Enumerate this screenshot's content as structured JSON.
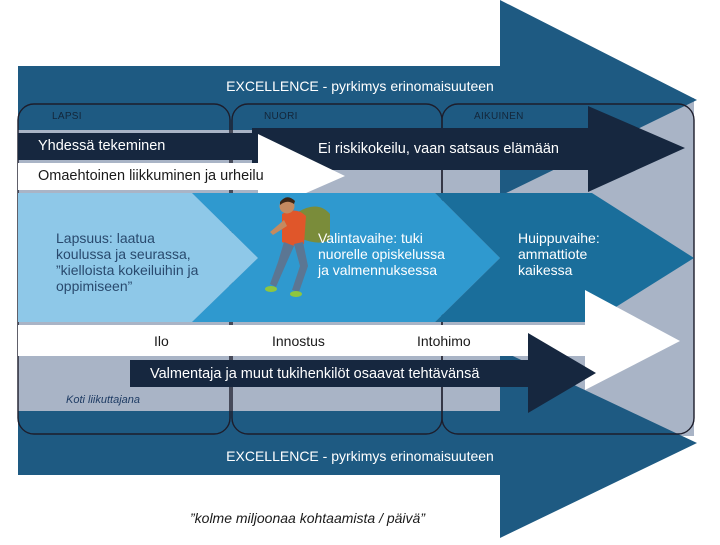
{
  "top_band": "EXCELLENCE - pyrkimys erinomaisuuteen",
  "bottom_band": "EXCELLENCE - pyrkimys erinomaisuuteen",
  "stages": [
    "LAPSI",
    "NUORI",
    "AIKUINEN"
  ],
  "bars": {
    "together": "Yhdessä tekeminen",
    "no_risk": "Ei riskikokeilu, vaan satsaus elämään",
    "self_motivated": "Omaehtoinen liikkuminen ja urheilu"
  },
  "phases": {
    "childhood": "Lapsuus: laatua koulussa ja seurassa, ”kielloista kokeiluihin ja oppimiseen”",
    "choice": "Valintavaihe: tuki nuorelle opiskelussa ja valmennuksessa",
    "peak": "Huippuvaihe: ammattiote kaikessa"
  },
  "emotions": [
    "Ilo",
    "Innostus",
    "Intohimo"
  ],
  "coaches": "Valmentaja ja muut tukihenkilöt osaavat tehtävänsä",
  "home": "Koti liikuttajana",
  "quote": "”kolme miljoonaa kohtaamista / päivä”",
  "colors": {
    "band": "#1e5a82",
    "navy": "#16273f",
    "grey_blue": "#a9b4c6",
    "light_blue": "#8ec8e8",
    "mid_blue": "#2f99cf",
    "dark_teal": "#1a6e9b",
    "text_white": "#ffffff",
    "text_dark": "#1a1a1a"
  },
  "icons": [
    "jumping-student-icon"
  ]
}
